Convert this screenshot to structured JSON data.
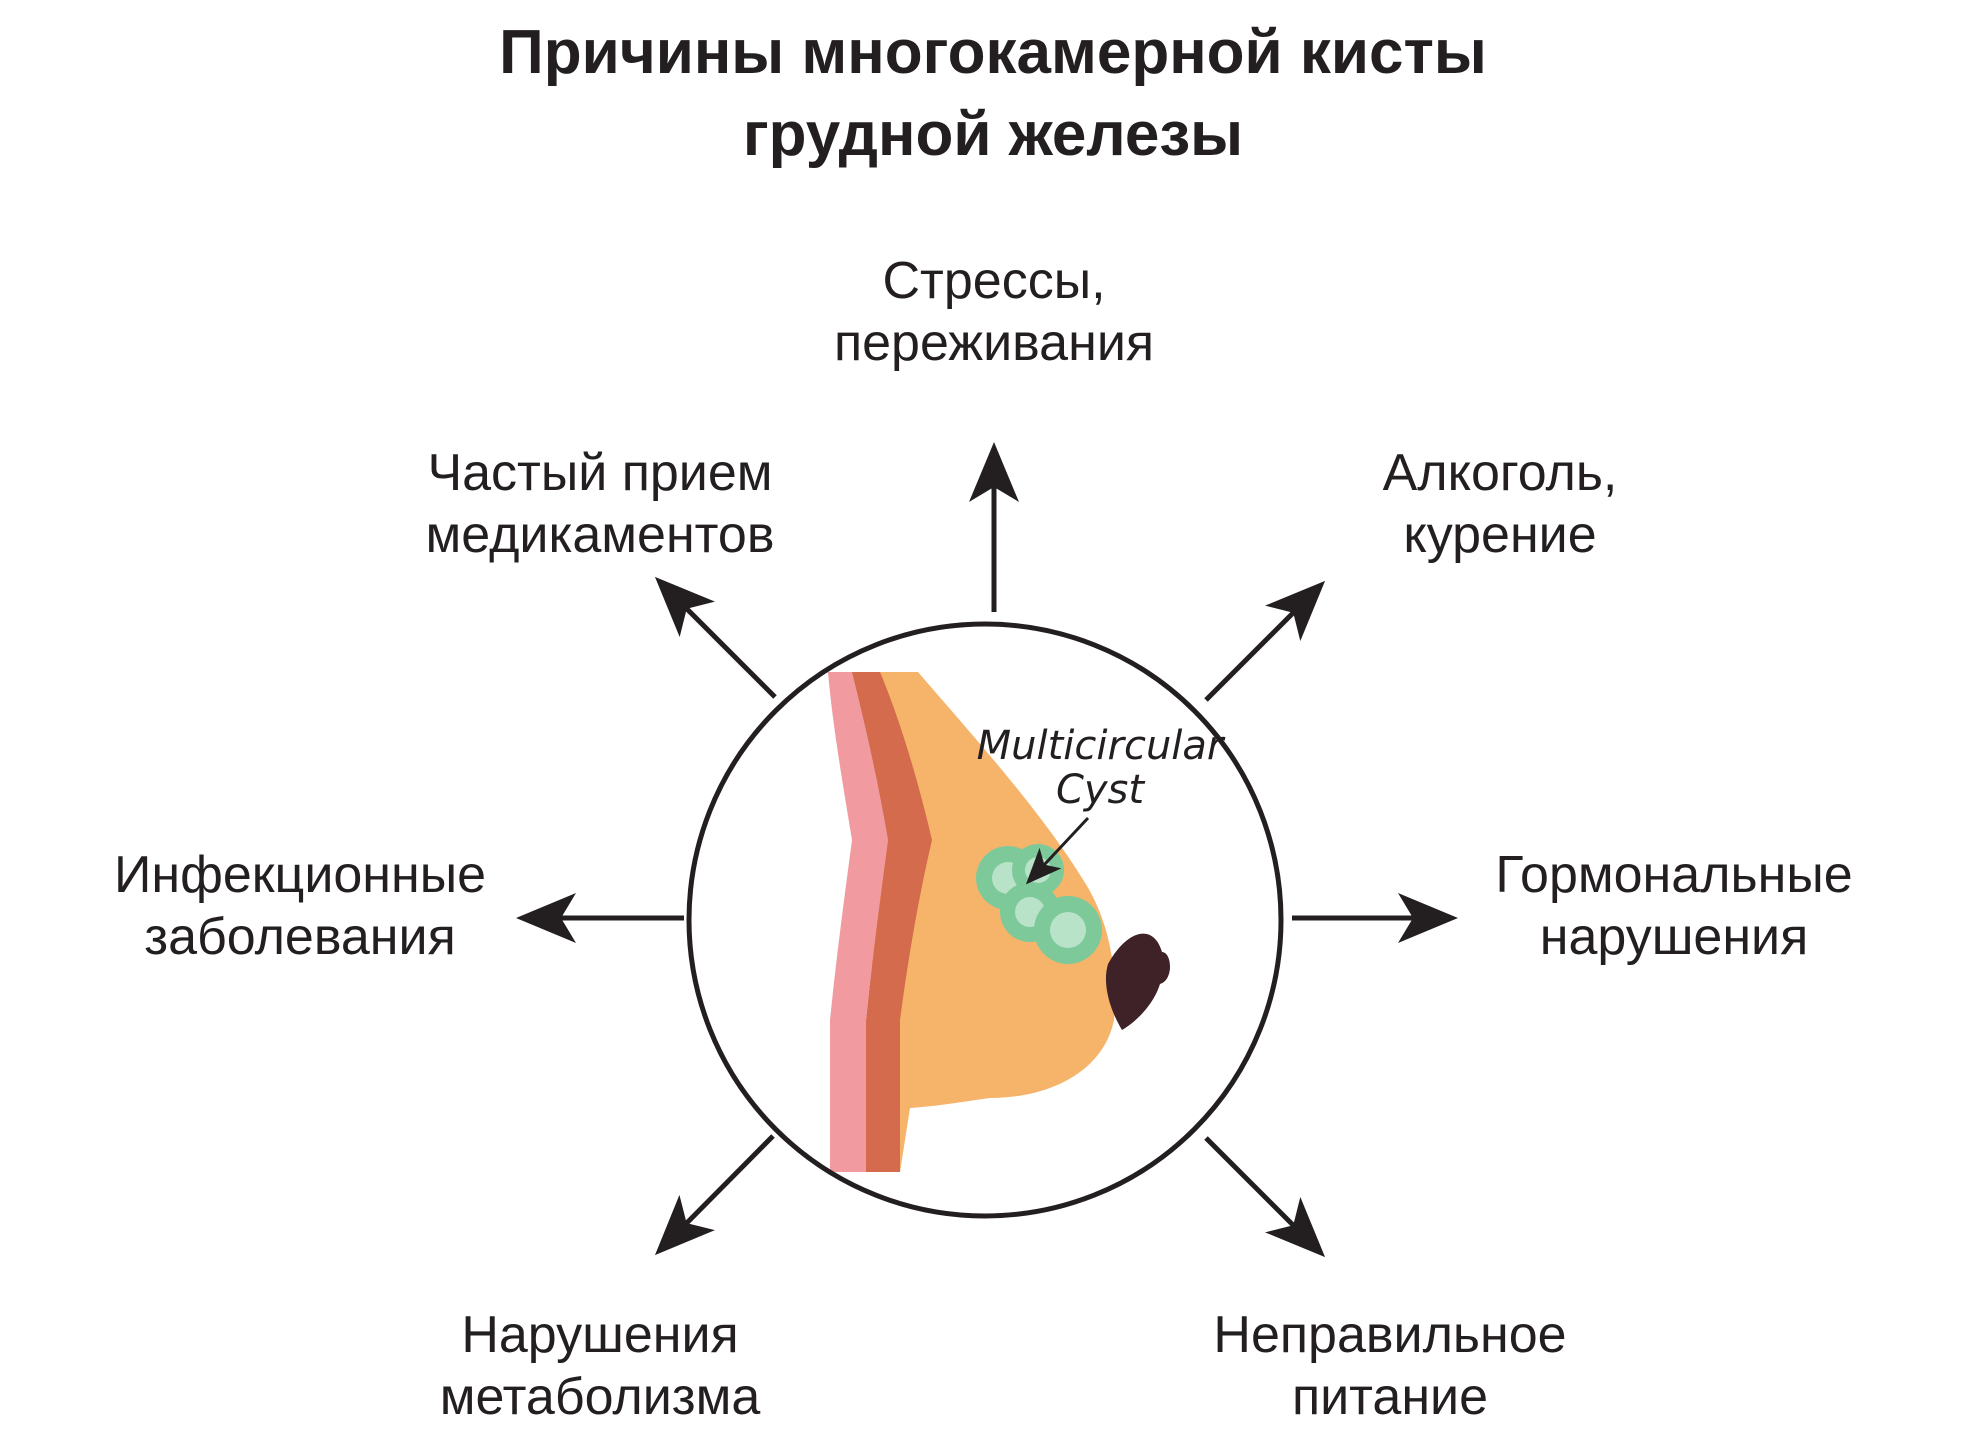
{
  "title": {
    "line1": "Причины многокамерной кисты",
    "line2": "грудной железы"
  },
  "center_label": {
    "line1": "Multicircular",
    "line2": "Cyst"
  },
  "causes": {
    "top": {
      "line1": "Стрессы,",
      "line2": "переживания"
    },
    "top_right": {
      "line1": "Алкоголь,",
      "line2": "курение"
    },
    "right": {
      "line1": "Гормональные",
      "line2": "нарушения"
    },
    "bottom_right": {
      "line1": "Неправильное",
      "line2": "питание"
    },
    "bottom_left": {
      "line1": "Нарушения",
      "line2": "метаболизма"
    },
    "left": {
      "line1": "Инфекционные",
      "line2": "заболевания"
    },
    "top_left": {
      "line1": "Частый прием",
      "line2": "медикаментов"
    }
  },
  "colors": {
    "text": "#231f20",
    "skin_outer": "#f19ba0",
    "muscle": "#d36b4c",
    "tissue": "#f6b46a",
    "cyst": "#7dc99a",
    "cyst_inner": "#b9e3c8",
    "nipple": "#3e2227"
  }
}
